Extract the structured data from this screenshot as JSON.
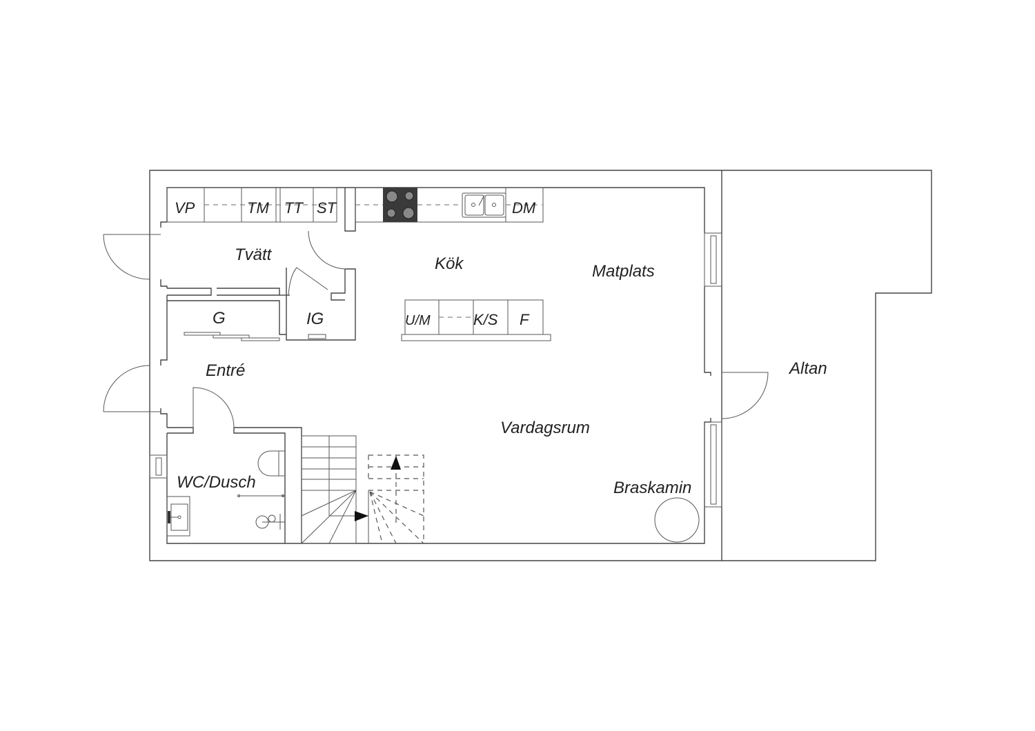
{
  "rooms": {
    "tvatt": "Tvätt",
    "kok": "Kök",
    "matplats": "Matplats",
    "entre": "Entré",
    "vardagsrum": "Vardagsrum",
    "wc_dusch": "WC/Dusch",
    "braskamin": "Braskamin",
    "altan": "Altan",
    "g": "G",
    "ig": "IG"
  },
  "appliances": {
    "vp": "VP",
    "tm": "TM",
    "tt": "TT",
    "st": "ST",
    "dm": "DM",
    "um": "U/M",
    "ks": "K/S",
    "f": "F"
  },
  "colors": {
    "line": "#444444",
    "hob": "#3a3a3a"
  }
}
